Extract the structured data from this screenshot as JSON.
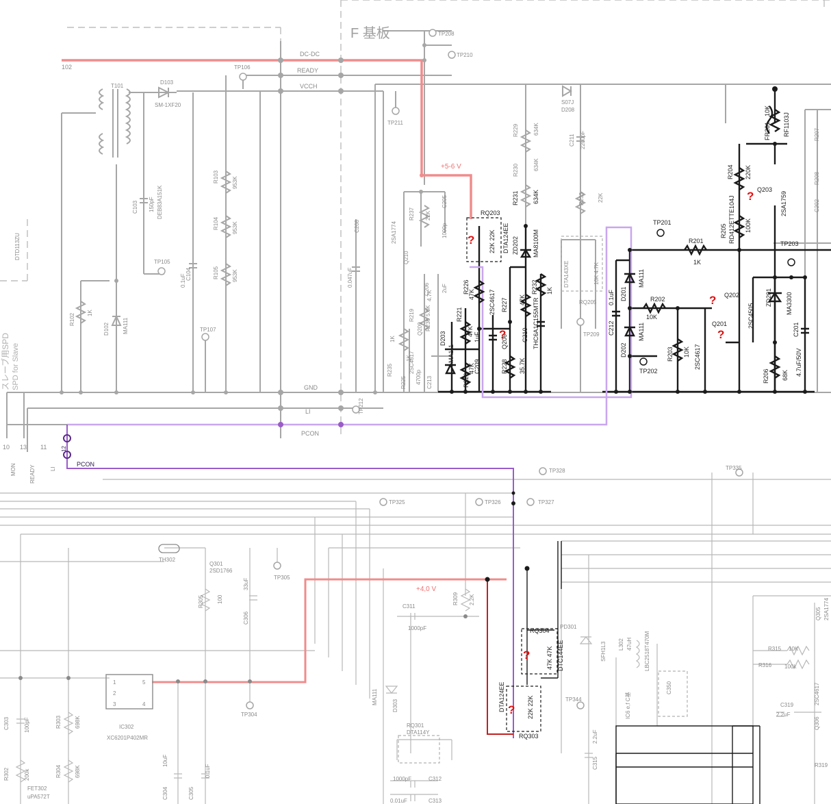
{
  "colors": {
    "trace_power": "#f08c8c",
    "trace_power_dark": "#c02020",
    "trace_pcon": "#9a5cc8",
    "trace_pcon_light": "#c9a6ef",
    "question_mark": "#e01010",
    "wire_gray": "#a6a6a6",
    "wire_black": "#1a1a1a"
  },
  "board": {
    "title": "F 基板",
    "slave_label_jp": "スレーブ用SPD",
    "slave_label_en": "SPD for Slave"
  },
  "buses": {
    "dcdc": "DC-DC",
    "ready": "READY",
    "vcch": "VCCH",
    "gnd": "GND",
    "li": "LI",
    "pcon": "PCON",
    "pcon_highlight": "PCON"
  },
  "connector": {
    "pins": [
      "10",
      "13",
      "11",
      "12"
    ],
    "labels": [
      "MON",
      "READY",
      "LI"
    ]
  },
  "annotations": {
    "voltage_top": "+5-6 V",
    "voltage_bottom": "+4,0 V",
    "unknown_mark": "?"
  },
  "test_points": [
    "TP208",
    "TP210",
    "TP106",
    "TP211",
    "TP105",
    "TP107",
    "TP201",
    "TP203",
    "TP209",
    "TP202",
    "TP212",
    "TP328",
    "TP335",
    "TP325",
    "TP326",
    "TP327",
    "TP305",
    "TP304",
    "TP344"
  ],
  "components_upper": {
    "t101": "T101",
    "d103": "D103",
    "d103_part": "SM-1XF20",
    "c103": "C103",
    "c103_value": "150pF",
    "c103_part": "DEB83A151K",
    "c104": "C104",
    "c104_value": "0.1uF",
    "r103": "R103",
    "r103_value": "953K",
    "r104": "R104",
    "r104_value": "953K",
    "r105": "R105",
    "r105_value": "953K",
    "r102": "R102",
    "r102_value": "1K",
    "d102": "D102",
    "d102_part": "MA111",
    "dtd": "DTD113ZU",
    "c208": "C208",
    "c208_value": "0.047uF",
    "q210": "Q210",
    "q210_part": "2SA1774",
    "r237": "R237",
    "r237_value": "22K",
    "c205": "C205",
    "c205_value": "1000p",
    "rq203": "RQ203",
    "rq203_values": "22K 22K",
    "rq203_part": "DTA124EE",
    "d208": "D208",
    "d208_part": "S07J",
    "r229": "R229",
    "r229_value": "634K",
    "r230": "R230",
    "r230_value": "634K",
    "r231": "R231",
    "r231_value": "634K",
    "c211": "C211",
    "c211_value": "2200pF",
    "zd202": "ZD202",
    "zd202_part": "MA8100M",
    "r233": "R233",
    "r233_value": "22K",
    "dta143": "DTA143XE",
    "rq205": "RQ205",
    "rq205_values": "10K 4.7K",
    "r232": "R232",
    "r232_value": "1K",
    "c210": "C210",
    "c210_part": "THC6A1C155MTR",
    "r227": "R227",
    "r227_value": "47K",
    "r228": "R228",
    "r228_value": "35.7K",
    "q206": "Q206",
    "q206_part": "2SC4617",
    "r226": "R226",
    "r226_value": "47K",
    "r221": "R221",
    "r221_value": "47K",
    "c209": "C209",
    "c209_value": "1uF",
    "r220": "R220",
    "r220_value": "47K",
    "d203": "D203",
    "d203_part": "MA111",
    "r219": "R219",
    "r219_value": "4.7K",
    "q209": "Q209",
    "q209_part": "2SC4617",
    "c206": "C206",
    "c206_value": "2uF",
    "r236": "R236",
    "r236_value": "5.6K",
    "r235": "R235",
    "r235_value": "1K",
    "c213": "C213",
    "c213_value": "4700p",
    "r225": "R225",
    "r225_value": "1K",
    "fr201": "FR201",
    "fr201_value": "10K",
    "fr201_part": "RF1103J",
    "r207": "R207",
    "r208": "R208",
    "c202": "C202",
    "r204": "R204",
    "r204_value": "220K",
    "q203": "Q203",
    "q203_part": "2SA1759",
    "r205": "R205",
    "r205_part": "RD412ETTE104J",
    "r205_value": "100K",
    "r201": "R201",
    "r201_value": "1K",
    "d201": "D201",
    "d201_part": "MA111",
    "c212": "C212",
    "c212_value": "0.1uF",
    "r202": "R202",
    "r202_value": "10K",
    "q202": "Q202",
    "q202_part": "2SC4505",
    "q201": "Q201",
    "zd201": "ZD201",
    "zd201_part": "MA3300",
    "c201": "C201",
    "c201_value": "4.7uF/50V",
    "d202": "D202",
    "d202_part": "MA111",
    "r203": "R203",
    "r203_value": "10K",
    "q201_part": "2SC4617",
    "r206": "R206",
    "r206_value": "68K"
  },
  "components_lower": {
    "th302": "TH302",
    "q301": "Q301",
    "q301_part": "2SD1766",
    "r305": "R305",
    "r305_value": "100",
    "c306": "C306",
    "c306_value": "33uF",
    "c311": "C311",
    "c311_value": "1000pF",
    "r309": "R309",
    "r309_value": "2.2K",
    "rq304": "RQ304",
    "rq304_part": "DTC144EE",
    "rq304_values": "47K 47K",
    "pd301": "PD301",
    "pd301_part": "SFH1L3",
    "l302": "L302",
    "l302_value": "47uH",
    "l302_part": "LBC2518T470M",
    "ic": "IC6 e,f C基",
    "c350": "C350",
    "r315": "R315",
    "r315_value": "10K",
    "r316": "R316",
    "r316_value": "100k",
    "q305": "Q305",
    "q305_part": "2SA1774",
    "q306": "Q306",
    "q306_part": "2SC4617",
    "c319": "C319",
    "c319_value": "2.2uF",
    "c315": "C315",
    "c315_value": "2.2uF",
    "r319": "R319",
    "rq303": "RQ303",
    "rq303_part": "DTA124EE",
    "rq303_values": "22K 22K",
    "d303": "D303",
    "d303_part": "MA111",
    "rq301": "RQ301",
    "rq301_part": "DTA114Y",
    "c312": "C312",
    "c312_value": "1000pF",
    "c313": "C313",
    "c313_value": "0.01uF",
    "ic302": "IC302",
    "ic302_part": "XC6201P402MR",
    "ic302_pins": [
      "1",
      "2",
      "3",
      "4",
      "5"
    ],
    "c303": "C303",
    "c303_value": "100pF",
    "r303": "R303",
    "r303_value": "698K",
    "r302": "R302",
    "r302_value": "200k",
    "r304": "R304",
    "r304_value": "698K",
    "fet302": "FET302",
    "fet302_part": "uPA572T",
    "c304": "C304",
    "c304_value": "10uF",
    "c305": "C305",
    "c305_value": "0.1uF"
  },
  "corner_ref": "102"
}
